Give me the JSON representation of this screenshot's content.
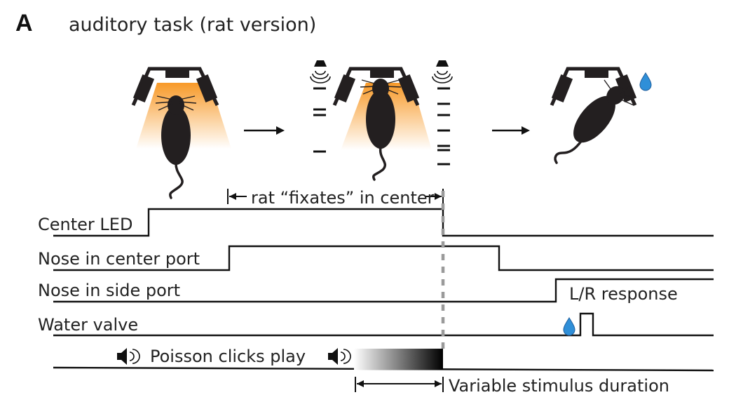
{
  "panel": {
    "letter": "A",
    "title": "auditory task (rat version)"
  },
  "fixate": {
    "label": "rat “fixates” in center"
  },
  "traces": {
    "center_led": "Center LED",
    "nose_center": "Nose in center port",
    "nose_side": "Nose in side port",
    "water_valve": "Water valve"
  },
  "annotations": {
    "lr_response": "L/R response",
    "poisson_clicks": "Poisson clicks play",
    "stim_duration": "Variable stimulus duration"
  },
  "icons": [
    "rat-icon",
    "port-icon",
    "speaker-icon",
    "water-drop-icon",
    "arrow-right-icon"
  ],
  "colors": {
    "light_cone": "#f7941d",
    "water_drop": "#2f8fd8",
    "dashed_line": "#9a9a9a",
    "ink": "#231f20"
  }
}
